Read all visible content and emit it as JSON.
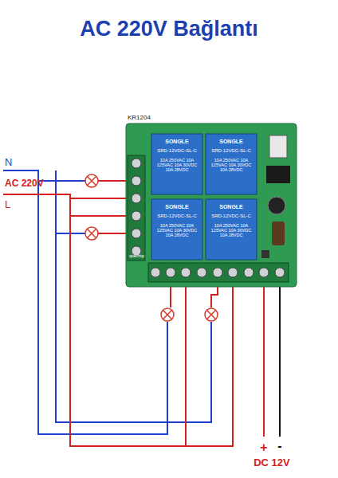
{
  "diagram": {
    "title": "AC 220V Bağlantı",
    "labels": [
      "N",
      "AC 220V",
      "L",
      "KR1204",
      "SONGLE",
      "SRD-12VDC-SL-C",
      "10A 250VAC 10A 125VAC 10A 30VDC 10A 28VDC",
      "SONGLE",
      "SRD-12VDC-SL-C",
      "10A 250VAC 10A 125VAC 10A 30VDC 10A 28VDC",
      "SONGLE",
      "SRD-12VDC-SL-C",
      "10A 250VAC 10A 125VAC 10A 30VDC 10A 28VDC",
      "SONGLE",
      "SRD-12VDC-SL-C",
      "10A 250VAC 10A 125VAC 10A 30VDC 10A 28VDC",
      "qiachip",
      "+",
      "-",
      "DC 12V"
    ]
  }
}
